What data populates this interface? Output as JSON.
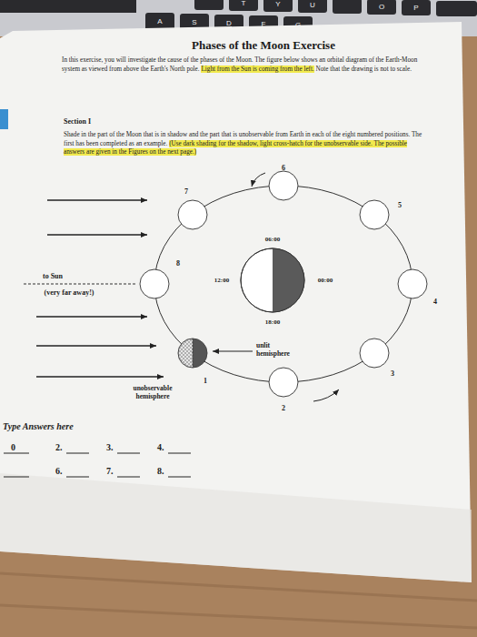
{
  "diagram": {
    "title": "Phases of the Moon Exercise",
    "labels": [
      "In this exercise, you will investigate the cause of the phases of the Moon. The figure below shows an orbital diagram of the Earth-Moon system as viewed from above the Earth's North pole.",
      "Light from the Sun is coming from the left.",
      "Note that the drawing is not to scale.",
      "Section I",
      "Shade in the part of the Moon that is in shadow and the part that is unobservable from Earth in each of the eight numbered positions. The first has been completed as an example.",
      "(Use dark shading for the shadow, light cross-hatch for the unobservable side. The possible answers are given in the Figures on the next page.)",
      "6",
      "7",
      "5",
      "06:00",
      "8",
      "12:00",
      "00:00",
      "4",
      "to Sun",
      "(very far away!)",
      "18:00",
      "unlit hemisphere",
      "1",
      "unobservable hemisphere",
      "3",
      "2",
      "Type Answers here",
      "0",
      "2.",
      "3.",
      "4.",
      "6.",
      "7.",
      "8.",
      "T",
      "Y",
      "U",
      "O",
      "P",
      "A",
      "S",
      "D",
      "F",
      "G"
    ]
  }
}
